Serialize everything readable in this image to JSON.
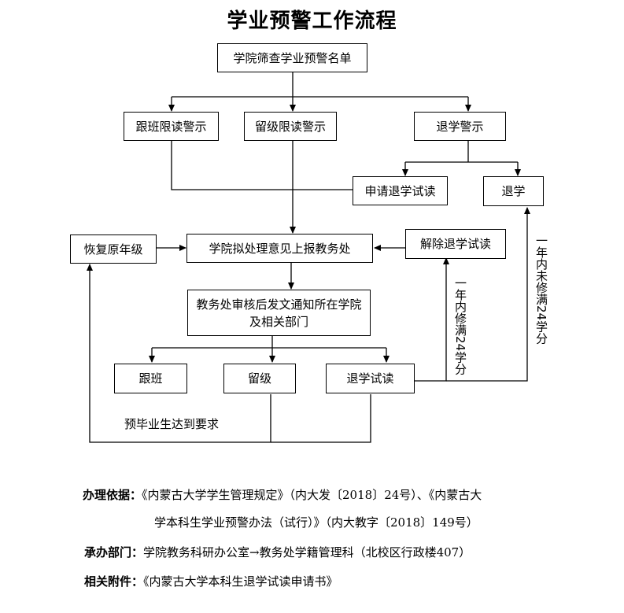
{
  "title": "学业预警工作流程",
  "boxes": {
    "screen": "学院筛查学业预警名单",
    "follow": "跟班限读警示",
    "repeat": "留级限读警示",
    "withdraw_warn": "退学警示",
    "apply_trial": "申请退学试读",
    "withdraw": "退学",
    "restore": "恢复原年级",
    "college_opinion": "学院拟处理意见上报教务处",
    "cancel_trial": "解除退学试读",
    "notice": "教务处审核后发文通知所在学院及相关部门",
    "r_follow": "跟班",
    "r_repeat": "留级",
    "r_trial": "退学试读"
  },
  "labels": {
    "within_year": "一年内修满24学分",
    "not_within_year": "一年内未修满24学分",
    "expected_grad": "预毕业生达到要求"
  },
  "footer": {
    "basis_label": "办理依据：",
    "basis_line1": "《内蒙古大学学生管理规定》（内大发〔2018〕24号）、《内蒙古大",
    "basis_line2": "学本科生学业预警办法（试行）》（内大教字〔2018〕149号）",
    "dept_label": "承办部门：",
    "dept_text": "学院教务科研办公室→教务处学籍管理科（北校区行政楼407）",
    "attach_label": "相关附件：",
    "attach_text": "《内蒙古大学本科生退学试读申请书》"
  }
}
